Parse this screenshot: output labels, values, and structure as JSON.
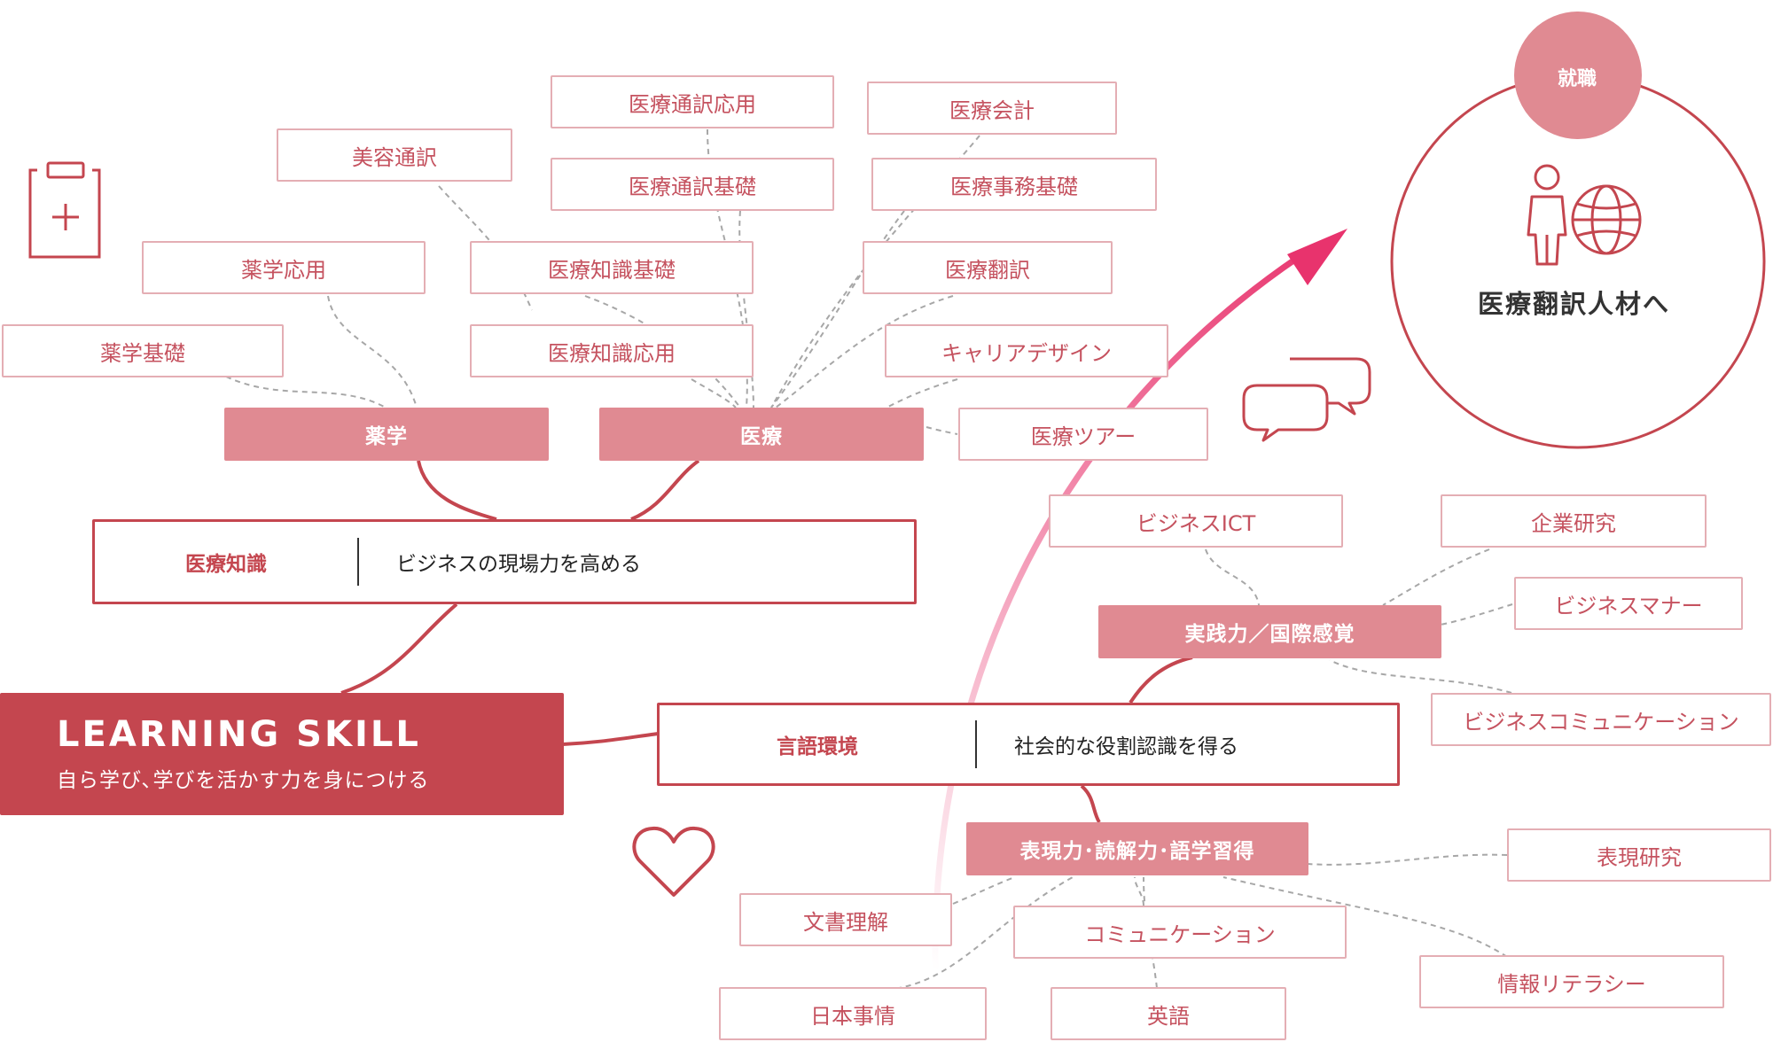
{
  "main": {
    "title": "LEARNING SKILL",
    "subtitle": "自ら学び､学びを活かす力を身につける"
  },
  "panels": [
    {
      "title": "医療知識",
      "description": "ビジネスの現場力を高める"
    },
    {
      "title": "言語環境",
      "description": "社会的な役割認識を得る"
    }
  ],
  "categories": [
    {
      "label": "薬学"
    },
    {
      "label": "医療"
    },
    {
      "label": "実践力／国際感覚"
    },
    {
      "label": "表現力･読解力･語学習得"
    }
  ],
  "leaves": {
    "pharma": [
      "薬学基礎",
      "薬学応用",
      "美容通訳"
    ],
    "medical": [
      "医療通訳応用",
      "医療通訳基礎",
      "医療知識基礎",
      "医療知識応用",
      "医療会計",
      "医療事務基礎",
      "医療翻訳",
      "キャリアデザイン",
      "医療ツアー"
    ],
    "practical": [
      "ビジネスICT",
      "企業研究",
      "ビジネスマナー",
      "ビジネスコミュニケーション"
    ],
    "expression": [
      "表現研究",
      "文書理解",
      "コミュニケーション",
      "情報リテラシー",
      "日本事情",
      "英語"
    ]
  },
  "goal": {
    "badge": "就職",
    "label": "医療翻訳人材へ"
  },
  "icons": [
    "clipboard-plus-icon",
    "speech-bubbles-icon",
    "heart-icon",
    "person-globe-icon"
  ],
  "colors": {
    "primary": "#c4464f",
    "category": "#e08a92",
    "leaf_border": "#e4aeb4",
    "leaf_text": "#c5525f",
    "arrow": "#e8336d"
  }
}
